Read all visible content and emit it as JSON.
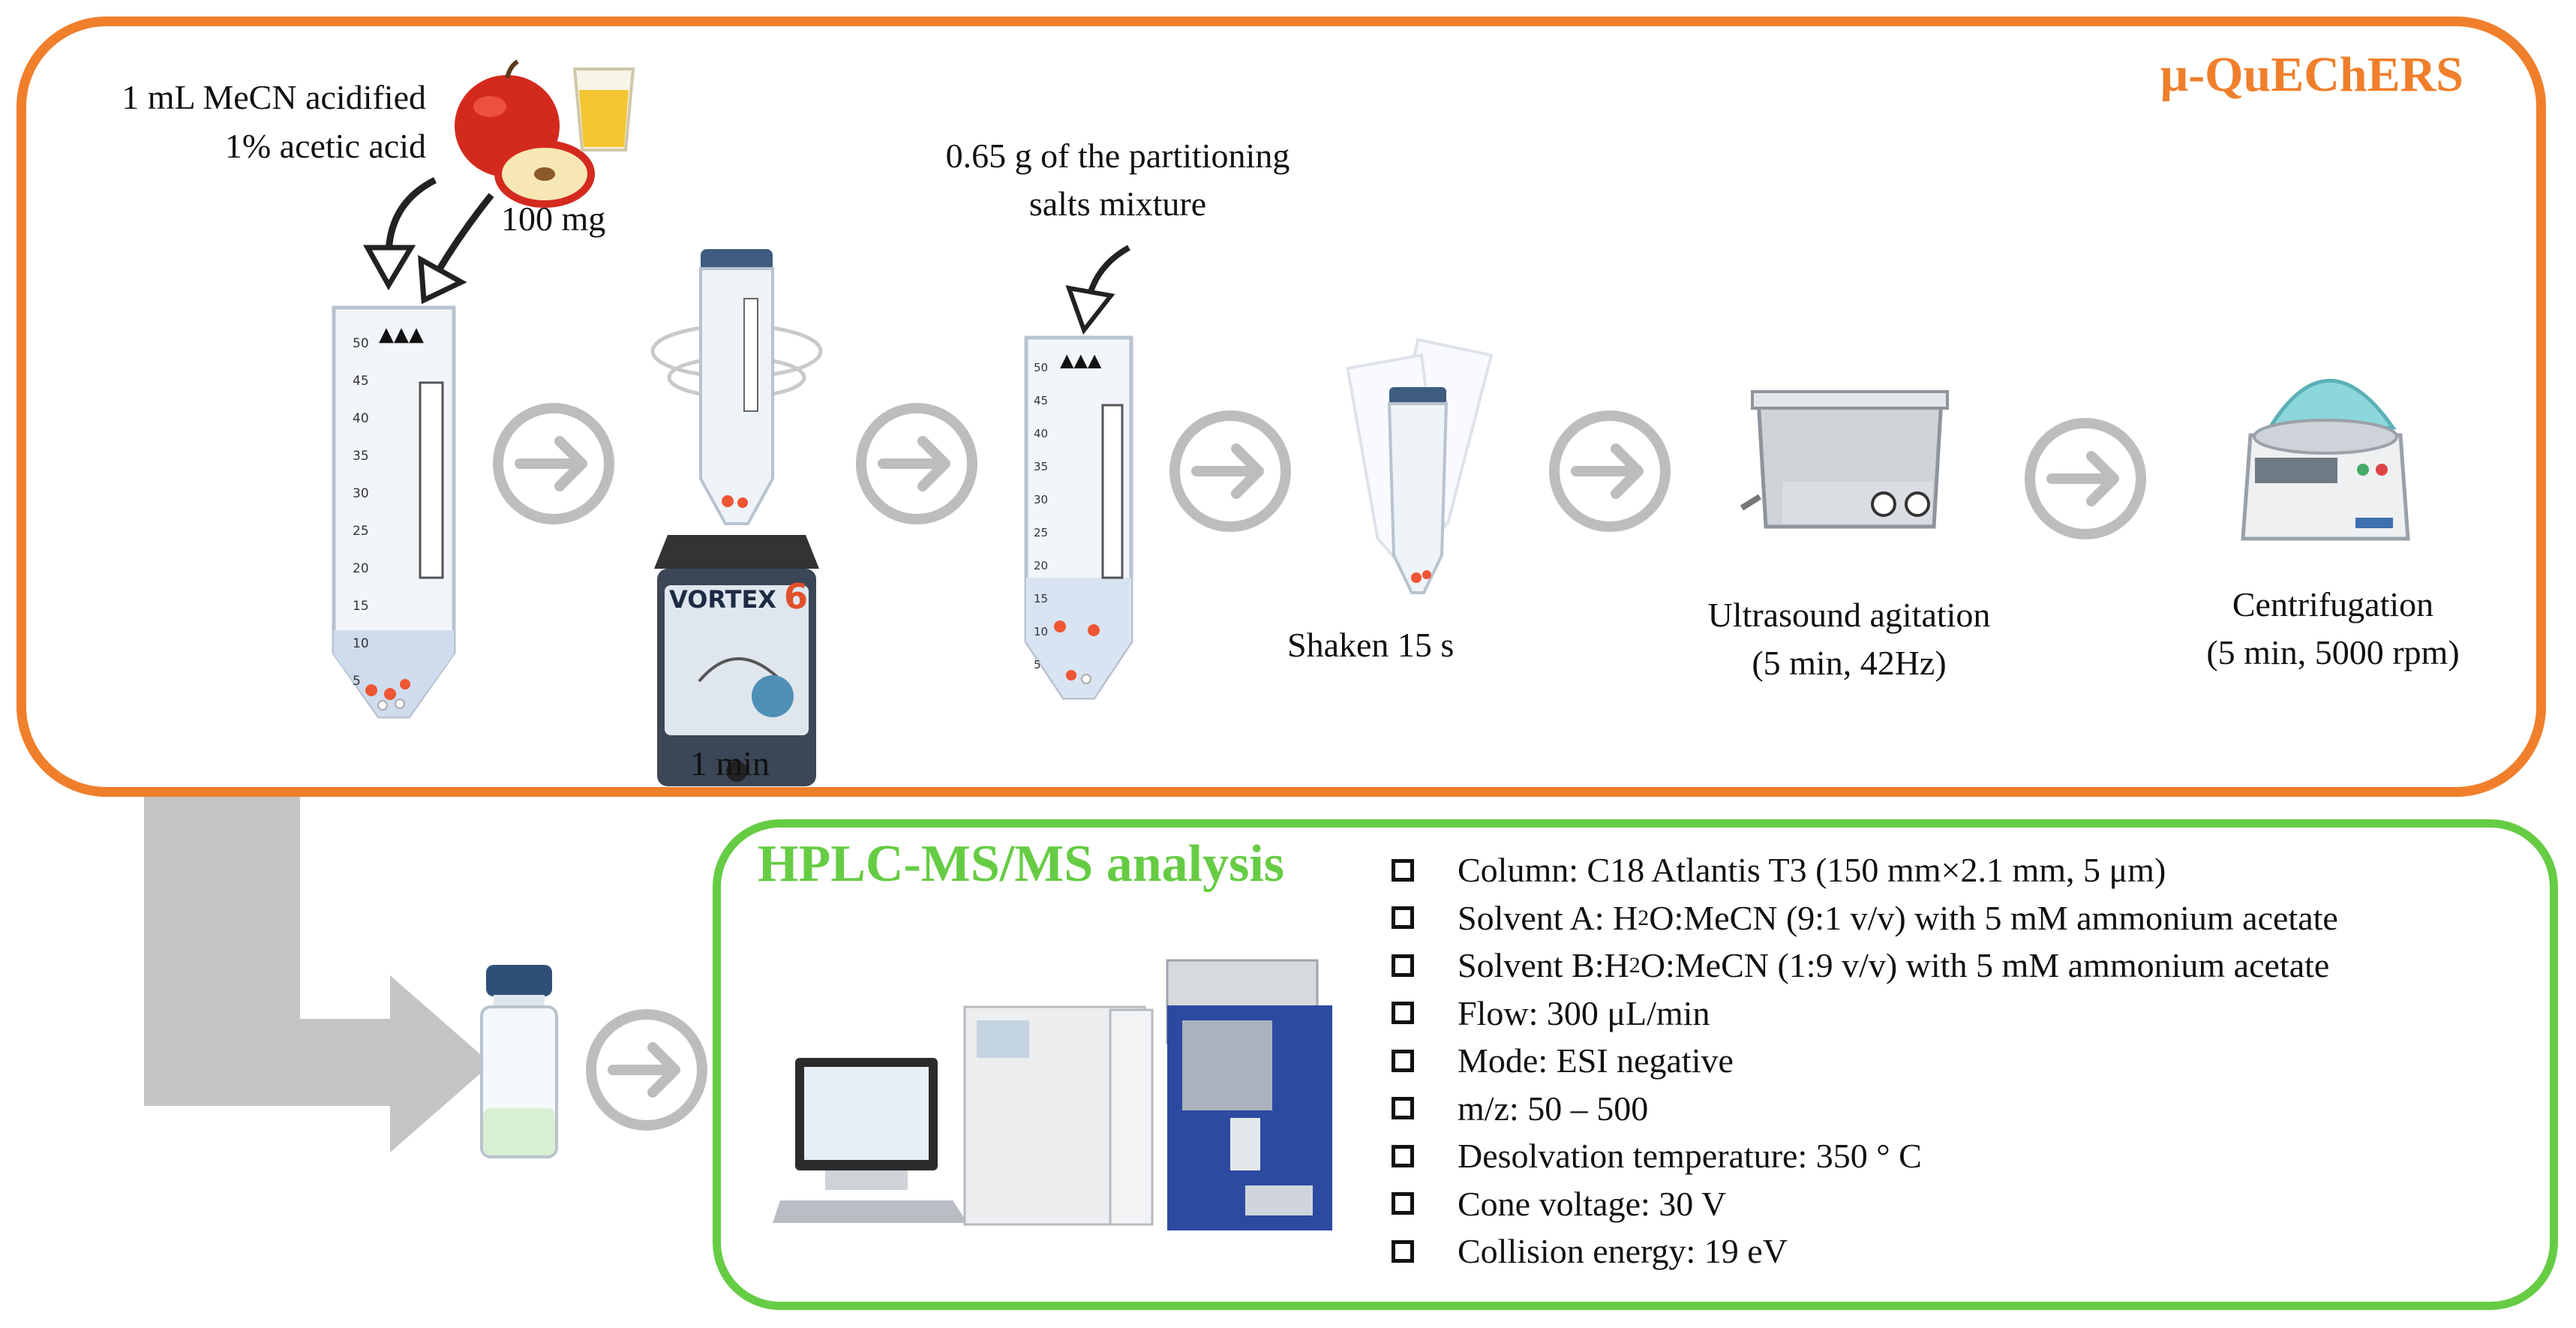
{
  "workflow": {
    "title": "μ-QuEChERS",
    "reagent_label_1": "1 mL MeCN acidified",
    "reagent_label_2": "1% acetic acid",
    "sample_mass": "100 mg",
    "salts_label_1": "0.65 g of the partitioning",
    "salts_label_2": "salts mixture",
    "vortex_time": "1 min",
    "vortex_brand": "VORTEX",
    "vortex_model": "6",
    "shake_label": "Shaken 15 s",
    "ultrasound_label_1": "Ultrasound agitation",
    "ultrasound_label_2": "(5 min, 42Hz)",
    "centrifuge_label_1": "Centrifugation",
    "centrifuge_label_2": "(5 min, 5000 rpm)",
    "tube_scale": [
      "50",
      "45",
      "40",
      "35",
      "30",
      "25",
      "20",
      "15",
      "10",
      "5"
    ]
  },
  "analysis": {
    "title": "HPLC-MS/MS analysis",
    "specs": [
      {
        "pre": "Column: C18 Atlantis T3 (150 mm ",
        "sym": "×",
        "post": " 2.1 mm, 5 μm)"
      },
      {
        "pre": "Solvent A: H",
        "sub": "2",
        "post": "O:MeCN (9:1 v/v) with 5 mM ammonium acetate"
      },
      {
        "pre": "Solvent B:H",
        "sub": "2",
        "post": "O:MeCN (1:9 v/v) with 5 mM ammonium acetate"
      },
      {
        "pre": "Flow: 300 μL/min"
      },
      {
        "pre": "Mode: ESI negative"
      },
      {
        "pre": "m/z: 50 – 500"
      },
      {
        "pre": "Desolvation temperature: 350 ° C"
      },
      {
        "pre": "Cone voltage: 30 V"
      },
      {
        "pre": "Collision energy: 19 eV"
      }
    ]
  },
  "colors": {
    "workflow_border": "#f07f2b",
    "analysis_border": "#66cc44",
    "step_arrow": "#bdbdbd",
    "flow_arrow": "#c4c4c4"
  }
}
